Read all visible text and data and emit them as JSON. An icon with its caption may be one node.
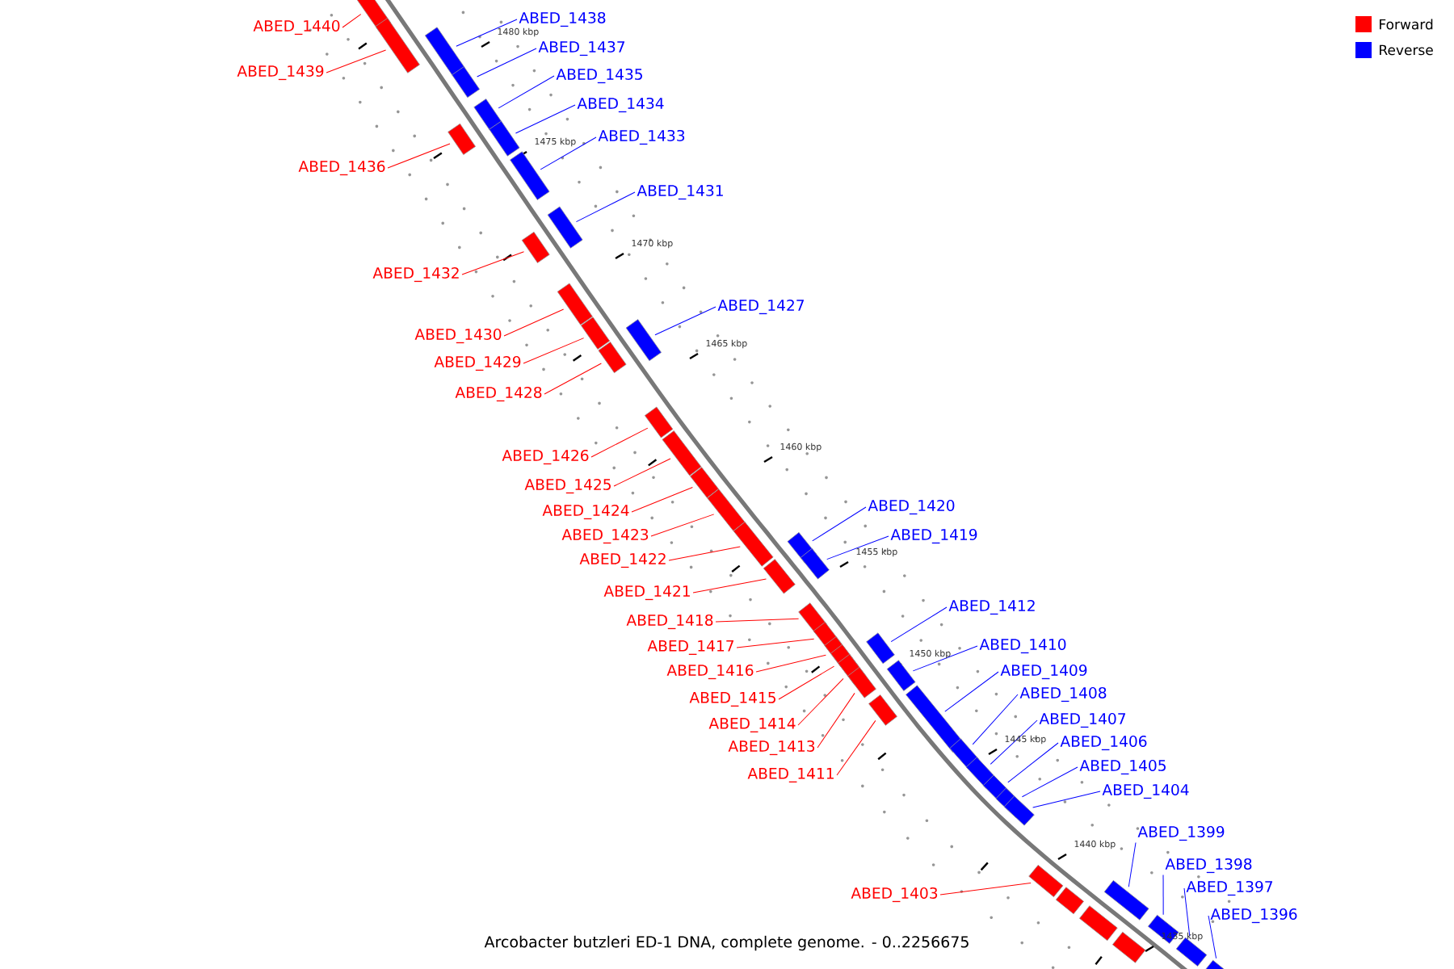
{
  "diagram": {
    "caption": "Arcobacter butzleri ED-1 DNA, complete genome. - 0..2256675",
    "nodes": [
      {
        "text": [
          "ABED_1440"
        ]
      },
      {
        "text": [],
        "shape": "box"
      },
      {
        "text": [
          "ABED_1439"
        ]
      },
      {
        "text": [],
        "shape": "box"
      },
      {
        "text": [
          "ABED_1436"
        ]
      },
      {
        "text": [],
        "shape": "box"
      },
      {
        "text": [
          "ABED_1432"
        ]
      },
      {
        "text": [],
        "shape": "box"
      },
      {
        "text": [
          "ABED_1430"
        ]
      },
      {
        "text": [],
        "shape": "box"
      },
      {
        "text": [
          "ABED_1429"
        ]
      },
      {
        "text": [],
        "shape": "box"
      },
      {
        "text": [
          "ABED_1428"
        ]
      },
      {
        "text": [],
        "shape": "box"
      },
      {
        "text": [
          "ABED_1426"
        ]
      },
      {
        "text": [],
        "shape": "box"
      },
      {
        "text": [
          "ABED_1425"
        ]
      },
      {
        "text": [],
        "shape": "box"
      },
      {
        "text": [
          "ABED_1424"
        ]
      },
      {
        "text": [],
        "shape": "box"
      },
      {
        "text": [
          "ABED_1423"
        ]
      },
      {
        "text": [],
        "shape": "box"
      },
      {
        "text": [
          "ABED_1422"
        ]
      },
      {
        "text": [],
        "shape": "box"
      },
      {
        "text": [
          "ABED_1421"
        ]
      },
      {
        "text": [],
        "shape": "box"
      },
      {
        "text": [
          "ABED_1418"
        ]
      },
      {
        "text": [],
        "shape": "box"
      },
      {
        "text": [
          "ABED_1417"
        ]
      },
      {
        "text": [],
        "shape": "box"
      },
      {
        "text": [
          "ABED_1416"
        ]
      },
      {
        "text": [],
        "shape": "box"
      },
      {
        "text": [
          "ABED_1415"
        ]
      },
      {
        "text": [],
        "shape": "box"
      },
      {
        "text": [
          "ABED_1414"
        ]
      },
      {
        "text": [],
        "shape": "box"
      },
      {
        "text": [
          "ABED_1413"
        ]
      },
      {
        "text": [],
        "shape": "box"
      },
      {
        "text": [
          "ABED_1411"
        ]
      },
      {
        "text": [],
        "shape": "box"
      },
      {
        "text": [
          "ABED_1403"
        ]
      },
      {
        "text": [],
        "shape": "box"
      },
      {
        "text": [
          "ABED_1438"
        ]
      },
      {
        "text": [],
        "shape": "box"
      },
      {
        "text": [
          "ABED_1437"
        ]
      },
      {
        "text": [],
        "shape": "box"
      },
      {
        "text": [
          "ABED_1435"
        ]
      },
      {
        "text": [],
        "shape": "box"
      },
      {
        "text": [
          "ABED_1434"
        ]
      },
      {
        "text": [],
        "shape": "box"
      },
      {
        "text": [
          "ABED_1433"
        ]
      },
      {
        "text": [],
        "shape": "box"
      },
      {
        "text": [
          "ABED_1431"
        ]
      },
      {
        "text": [],
        "shape": "box"
      },
      {
        "text": [
          "ABED_1427"
        ]
      },
      {
        "text": [],
        "shape": "box"
      },
      {
        "text": [
          "ABED_1420"
        ]
      },
      {
        "text": [],
        "shape": "box"
      },
      {
        "text": [
          "ABED_1419"
        ]
      },
      {
        "text": [],
        "shape": "box"
      },
      {
        "text": [
          "ABED_1412"
        ]
      },
      {
        "text": [],
        "shape": "box"
      },
      {
        "text": [
          "ABED_1410"
        ]
      },
      {
        "text": [],
        "shape": "box"
      },
      {
        "text": [
          "ABED_1409"
        ]
      },
      {
        "text": [],
        "shape": "box"
      },
      {
        "text": [
          "ABED_1408"
        ]
      },
      {
        "text": [],
        "shape": "box"
      },
      {
        "text": [
          "ABED_1407"
        ]
      },
      {
        "text": [],
        "shape": "box"
      },
      {
        "text": [
          "ABED_1406"
        ]
      },
      {
        "text": [],
        "shape": "box"
      },
      {
        "text": [
          "ABED_1405"
        ]
      },
      {
        "text": [],
        "shape": "box"
      },
      {
        "text": [
          "ABED_1404"
        ]
      },
      {
        "text": [],
        "shape": "box"
      },
      {
        "text": [
          "ABED_1399"
        ]
      },
      {
        "text": [],
        "shape": "box"
      },
      {
        "text": [
          "ABED_1398"
        ]
      },
      {
        "text": [],
        "shape": "box"
      },
      {
        "text": [
          "ABED_1397"
        ]
      },
      {
        "text": [],
        "shape": "box"
      },
      {
        "text": [
          "ABED_1396"
        ]
      },
      {
        "text": [],
        "shape": "box"
      },
      {
        "text": [],
        "shape": "box"
      },
      {
        "text": [],
        "shape": "box"
      },
      {
        "text": [],
        "shape": "box"
      }
    ],
    "edges": [
      {
        "from": 0,
        "to": 1,
        "arrow": "none",
        "color": "#ff0000"
      },
      {
        "from": 2,
        "to": 3,
        "arrow": "none",
        "color": "#ff0000"
      },
      {
        "from": 4,
        "to": 5,
        "arrow": "none",
        "color": "#ff0000"
      },
      {
        "from": 6,
        "to": 7,
        "arrow": "none",
        "color": "#ff0000"
      },
      {
        "from": 8,
        "to": 9,
        "arrow": "none",
        "color": "#ff0000"
      },
      {
        "from": 10,
        "to": 11,
        "arrow": "none",
        "color": "#ff0000"
      },
      {
        "from": 12,
        "to": 13,
        "arrow": "none",
        "color": "#ff0000"
      },
      {
        "from": 14,
        "to": 15,
        "arrow": "none",
        "color": "#ff0000"
      },
      {
        "from": 16,
        "to": 17,
        "arrow": "none",
        "color": "#ff0000"
      },
      {
        "from": 18,
        "to": 19,
        "arrow": "none",
        "color": "#ff0000"
      },
      {
        "from": 20,
        "to": 21,
        "arrow": "none",
        "color": "#ff0000"
      },
      {
        "from": 22,
        "to": 23,
        "arrow": "none",
        "color": "#ff0000"
      },
      {
        "from": 24,
        "to": 25,
        "arrow": "none",
        "color": "#ff0000"
      },
      {
        "from": 26,
        "to": 27,
        "arrow": "none",
        "color": "#ff0000"
      },
      {
        "from": 28,
        "to": 29,
        "arrow": "none",
        "color": "#ff0000"
      },
      {
        "from": 30,
        "to": 31,
        "arrow": "none",
        "color": "#ff0000"
      },
      {
        "from": 32,
        "to": 33,
        "arrow": "none",
        "color": "#ff0000"
      },
      {
        "from": 34,
        "to": 35,
        "arrow": "none",
        "color": "#ff0000"
      },
      {
        "from": 36,
        "to": 37,
        "arrow": "none",
        "color": "#ff0000"
      },
      {
        "from": 38,
        "to": 39,
        "arrow": "none",
        "color": "#ff0000"
      },
      {
        "from": 40,
        "to": 41,
        "arrow": "none",
        "color": "#ff0000"
      },
      {
        "from": 42,
        "to": 43,
        "arrow": "none",
        "color": "#0000ff"
      },
      {
        "from": 44,
        "to": 45,
        "arrow": "none",
        "color": "#0000ff"
      },
      {
        "from": 46,
        "to": 47,
        "arrow": "none",
        "color": "#0000ff"
      },
      {
        "from": 48,
        "to": 49,
        "arrow": "none",
        "color": "#0000ff"
      },
      {
        "from": 50,
        "to": 51,
        "arrow": "none",
        "color": "#0000ff"
      },
      {
        "from": 52,
        "to": 53,
        "arrow": "none",
        "color": "#0000ff"
      },
      {
        "from": 54,
        "to": 55,
        "arrow": "none",
        "color": "#0000ff"
      },
      {
        "from": 56,
        "to": 57,
        "arrow": "none",
        "color": "#0000ff"
      },
      {
        "from": 58,
        "to": 59,
        "arrow": "none",
        "color": "#0000ff"
      },
      {
        "from": 60,
        "to": 61,
        "arrow": "none",
        "color": "#0000ff"
      },
      {
        "from": 62,
        "to": 63,
        "arrow": "none",
        "color": "#0000ff"
      },
      {
        "from": 64,
        "to": 65,
        "arrow": "none",
        "color": "#0000ff"
      },
      {
        "from": 66,
        "to": 67,
        "arrow": "none",
        "color": "#0000ff"
      },
      {
        "from": 68,
        "to": 69,
        "arrow": "none",
        "color": "#0000ff"
      },
      {
        "from": 70,
        "to": 71,
        "arrow": "none",
        "color": "#0000ff"
      },
      {
        "from": 72,
        "to": 73,
        "arrow": "none",
        "color": "#0000ff"
      },
      {
        "from": 74,
        "to": 75,
        "arrow": "none",
        "color": "#0000ff"
      },
      {
        "from": 76,
        "to": 77,
        "arrow": "none",
        "color": "#0000ff"
      },
      {
        "from": 78,
        "to": 79,
        "arrow": "none",
        "color": "#0000ff"
      },
      {
        "from": 80,
        "to": 81,
        "arrow": "none",
        "color": "#0000ff"
      },
      {
        "from": 82,
        "to": 83,
        "arrow": "none",
        "color": "#0000ff"
      }
    ],
    "labels": [
      "1480 kbp",
      "1475 kbp",
      "1470 kbp",
      "1465 kbp",
      "1460 kbp",
      "1455 kbp",
      "1450 kbp",
      "1445 kbp",
      "1440 kbp",
      "1435 kbp"
    ],
    "legend": [
      {
        "text": "Forward",
        "color": "#ff0000"
      },
      {
        "text": "Reverse",
        "color": "#0000ff"
      }
    ]
  }
}
